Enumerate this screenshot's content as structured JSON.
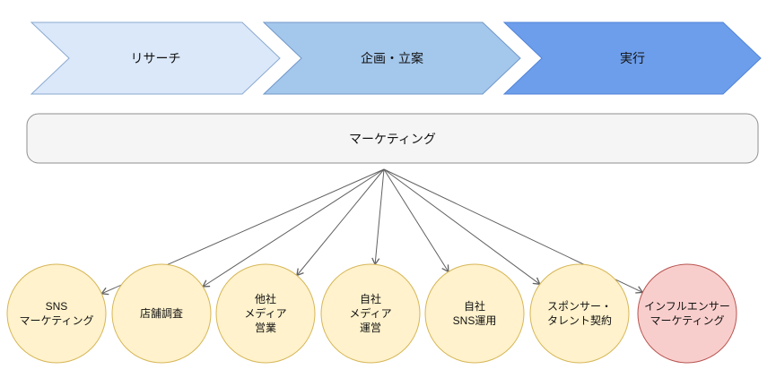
{
  "process_flow": {
    "steps": [
      {
        "id": "research",
        "label": "リサーチ",
        "fill": "#dbe8f9",
        "stroke": "#8aa9d0"
      },
      {
        "id": "planning",
        "label": "企画・立案",
        "fill": "#a4c7ec",
        "stroke": "#7097c8"
      },
      {
        "id": "execution",
        "label": "実行",
        "fill": "#6d9eeb",
        "stroke": "#5083d8"
      }
    ]
  },
  "hub": {
    "label": "マーケティング",
    "fill": "#f5f5f5",
    "stroke": "#8f8f8f"
  },
  "activities": [
    {
      "label": "SNS\nマーケティング",
      "fill": "#fff2cc",
      "stroke": "#d6b656"
    },
    {
      "label": "店舗調査",
      "fill": "#fff2cc",
      "stroke": "#d6b656"
    },
    {
      "label": "他社\nメディア\n営業",
      "fill": "#fff2cc",
      "stroke": "#d6b656"
    },
    {
      "label": "自社\nメディア\n運営",
      "fill": "#fff2cc",
      "stroke": "#d6b656"
    },
    {
      "label": "自社\nSNS運用",
      "fill": "#fff2cc",
      "stroke": "#d6b656"
    },
    {
      "label": "スポンサー・\nタレント契約",
      "fill": "#fff2cc",
      "stroke": "#d6b656"
    },
    {
      "label": "インフルエンサー\nマーケティング",
      "fill": "#f8cecc",
      "stroke": "#b85450"
    }
  ],
  "connector_color": "#616161"
}
